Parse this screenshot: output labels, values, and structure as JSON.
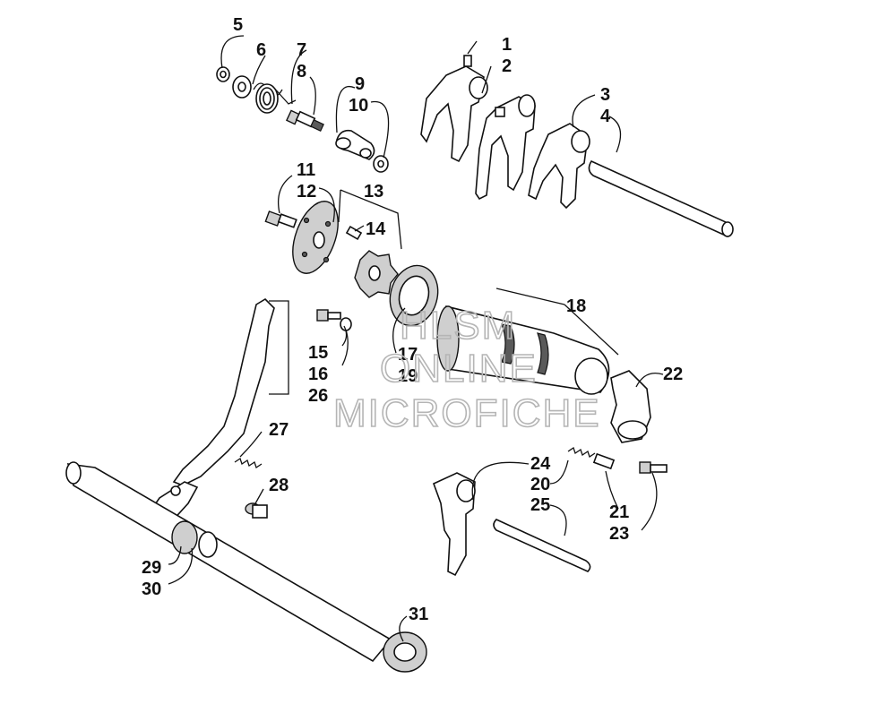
{
  "watermark": [
    "HLSM",
    "ONLINE",
    "MICROFICHE"
  ],
  "labels": [
    {
      "key": "l1",
      "text": "1"
    },
    {
      "key": "l2",
      "text": "2"
    },
    {
      "key": "l3",
      "text": "3"
    },
    {
      "key": "l4",
      "text": "4"
    },
    {
      "key": "l5",
      "text": "5"
    },
    {
      "key": "l6",
      "text": "6"
    },
    {
      "key": "l7",
      "text": "7"
    },
    {
      "key": "l8",
      "text": "8"
    },
    {
      "key": "l9",
      "text": "9"
    },
    {
      "key": "l10",
      "text": "10"
    },
    {
      "key": "l11",
      "text": "11"
    },
    {
      "key": "l12",
      "text": "12"
    },
    {
      "key": "l13",
      "text": "13"
    },
    {
      "key": "l14",
      "text": "14"
    },
    {
      "key": "l15",
      "text": "15"
    },
    {
      "key": "l16",
      "text": "16"
    },
    {
      "key": "l17",
      "text": "17"
    },
    {
      "key": "l18",
      "text": "18"
    },
    {
      "key": "l19",
      "text": "19"
    },
    {
      "key": "l20",
      "text": "20"
    },
    {
      "key": "l21",
      "text": "21"
    },
    {
      "key": "l22",
      "text": "22"
    },
    {
      "key": "l23",
      "text": "23"
    },
    {
      "key": "l24",
      "text": "24"
    },
    {
      "key": "l25",
      "text": "25"
    },
    {
      "key": "l26",
      "text": "26"
    },
    {
      "key": "l27",
      "text": "27"
    },
    {
      "key": "l28",
      "text": "28"
    },
    {
      "key": "l29",
      "text": "29"
    },
    {
      "key": "l30",
      "text": "30"
    },
    {
      "key": "l31",
      "text": "31"
    }
  ]
}
